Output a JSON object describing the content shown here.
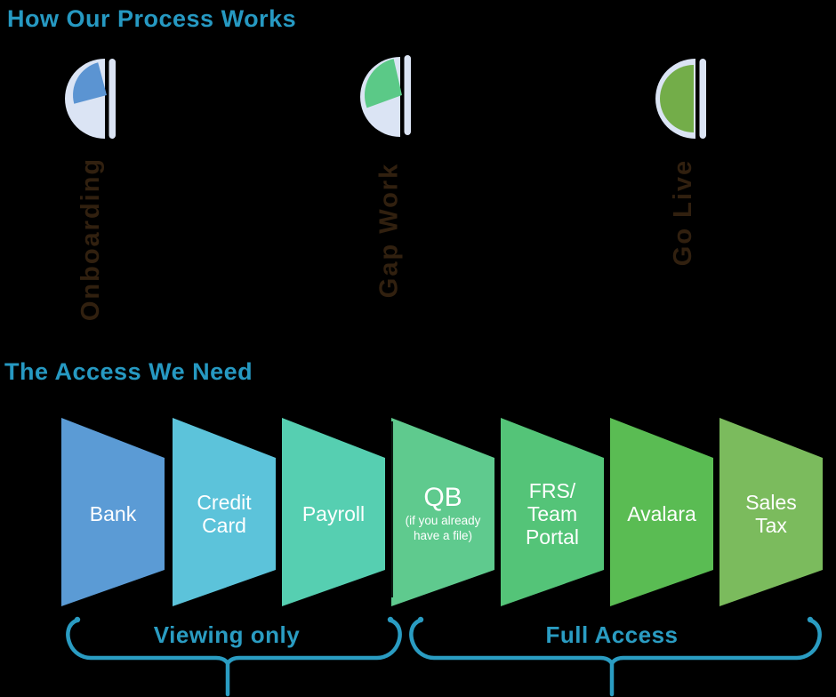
{
  "background_color": "#000000",
  "process": {
    "title": "How Our Process Works",
    "title_color": "#2699c2",
    "label_color": "#31200f",
    "icon_base_color": "#dbe4f4",
    "steps": [
      {
        "label": "Onboarding",
        "icon": "pie-quarter-icon",
        "fill_color": "#5b94d2"
      },
      {
        "label": "Gap Work",
        "icon": "pie-quarter-icon",
        "fill_color": "#5bc987"
      },
      {
        "label": "Go Live",
        "icon": "pie-half-icon",
        "fill_color": "#73ad49"
      }
    ]
  },
  "access": {
    "title": "The Access We Need",
    "title_color": "#2699c2",
    "item_text_color": "#ffffff",
    "items": [
      {
        "label": "Bank",
        "color": "#5b9bd5"
      },
      {
        "label": "Credit\nCard",
        "color": "#5cc3da"
      },
      {
        "label": "Payroll",
        "color": "#56cfb1"
      },
      {
        "label": "QB",
        "sublabel": "(if you already\nhave a file)",
        "color": "#5fca8e"
      },
      {
        "label": "FRS/\nTeam\nPortal",
        "color": "#54c478"
      },
      {
        "label": "Avalara",
        "color": "#5abc53"
      },
      {
        "label": "Sales\nTax",
        "color": "#7bbb5d"
      }
    ]
  },
  "groups": {
    "color": "#2a9cc2",
    "items": [
      {
        "label": "Viewing only"
      },
      {
        "label": "Full Access"
      }
    ]
  }
}
